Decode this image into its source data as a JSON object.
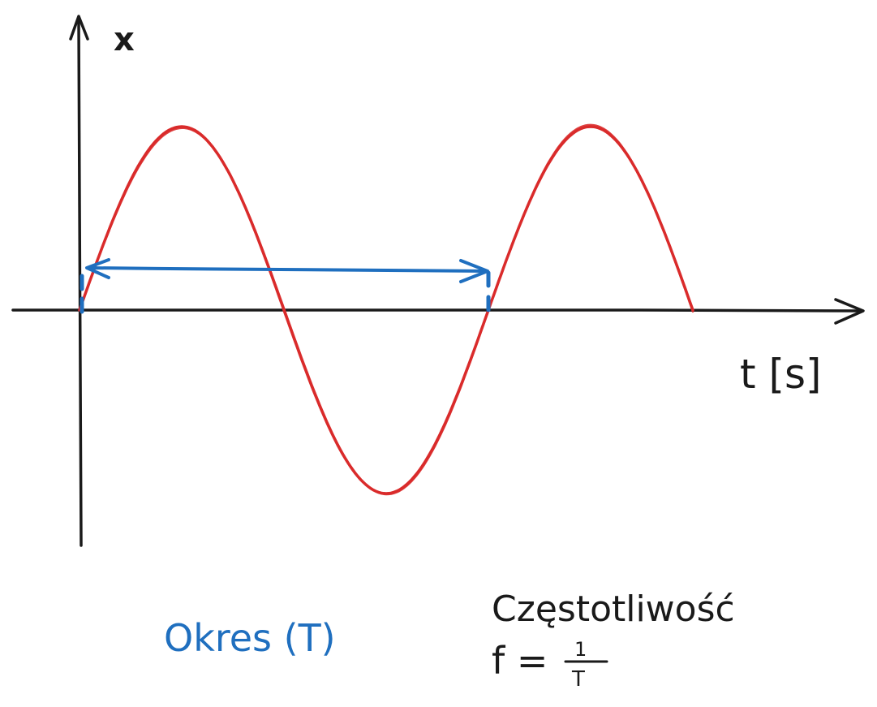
{
  "colors": {
    "axis": "#1a1a1a",
    "wave": "#d92b2b",
    "period": "#1f6fbf",
    "text": "#1a1a1a"
  },
  "labels": {
    "y_axis": "x",
    "x_axis": "t [s]",
    "period": "Okres (T)",
    "frequency_title": "Częstotliwość",
    "frequency_lhs": "f =",
    "fraction_numerator": "1",
    "fraction_denominator": "T"
  },
  "wave": {
    "cycles": 1.5,
    "starts_at_zero": true
  }
}
